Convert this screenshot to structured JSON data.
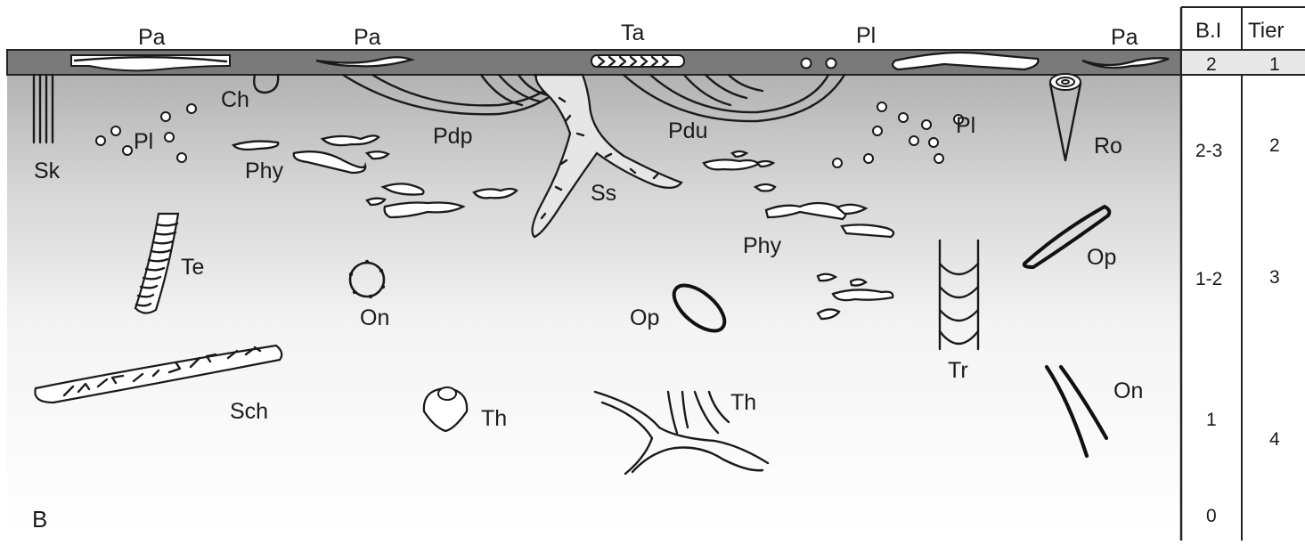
{
  "panel_label": "B",
  "table": {
    "headers": {
      "bi": "B.I",
      "tier": "Tier"
    },
    "bi_values": [
      "2",
      "2-3",
      "1-2",
      "1",
      "0"
    ],
    "tier_values": [
      "1",
      "2",
      "3",
      "4"
    ]
  },
  "labels": {
    "pa1": "Pa",
    "pa2": "Pa",
    "ta": "Ta",
    "pl_top": "Pl",
    "pa3": "Pa",
    "ch": "Ch",
    "sk": "Sk",
    "pl_left": "Pl",
    "phy_left": "Phy",
    "pdp": "Pdp",
    "ss": "Ss",
    "pdu": "Pdu",
    "pl_right": "Pl",
    "ro": "Ro",
    "te": "Te",
    "phy_right": "Phy",
    "op_upper": "Op",
    "on_ring": "On",
    "op_mid": "Op",
    "tr": "Tr",
    "sch": "Sch",
    "th_left": "Th",
    "th_branch": "Th",
    "on_lower": "On"
  },
  "colors": {
    "bed_band": "#7a7a7a",
    "gradient_top": "#b4b4b4",
    "gradient_bottom": "#ffffff",
    "ink": "#1a1a1a"
  }
}
